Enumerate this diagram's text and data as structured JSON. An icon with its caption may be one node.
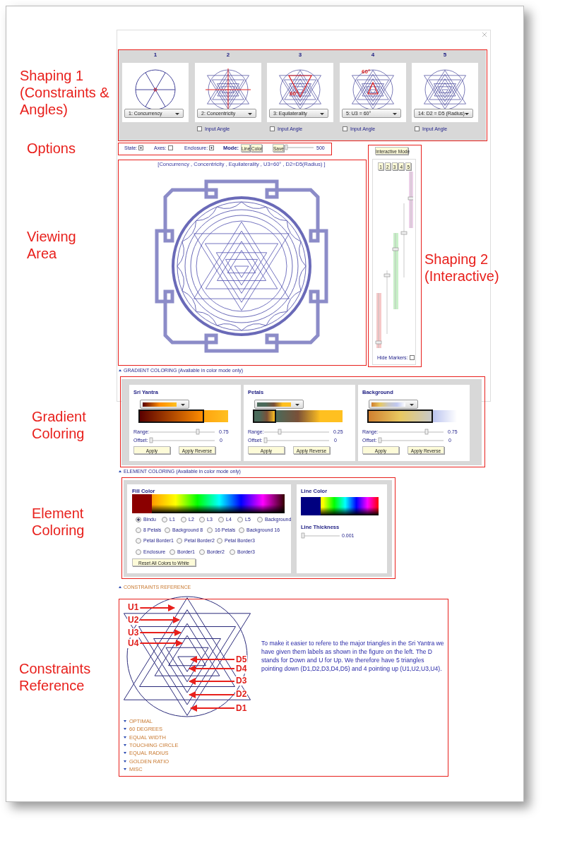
{
  "diagram": {
    "nodes": [
      {
        "text": [
          "Shaping 1 (Constraints & Angles)"
        ]
      },
      {
        "text": [
          "Options"
        ]
      },
      {
        "text": [
          "Viewing Area"
        ]
      },
      {
        "text": [
          "Shaping 2 (Interactive)"
        ]
      },
      {
        "text": [
          "Gradient Coloring"
        ]
      },
      {
        "text": [
          "Element Coloring"
        ]
      },
      {
        "text": [
          "Constraints Reference"
        ]
      },
      {
        "text": [
          "U1"
        ],
        "in": 6
      },
      {
        "text": [
          "U2"
        ],
        "in": 6
      },
      {
        "text": [
          "U3"
        ],
        "in": 6
      },
      {
        "text": [
          "U4"
        ],
        "in": 6
      },
      {
        "text": [
          "D5"
        ],
        "in": 6
      },
      {
        "text": [
          "D4"
        ],
        "in": 6
      },
      {
        "text": [
          "D3"
        ],
        "in": 6
      },
      {
        "text": [
          "D2"
        ],
        "in": 6
      },
      {
        "text": [
          "D1"
        ],
        "in": 6
      }
    ],
    "edges": [
      {
        "from": 7,
        "to": null,
        "arrow": "to"
      },
      {
        "from": 8,
        "to": null,
        "arrow": "to"
      },
      {
        "from": 9,
        "to": null,
        "arrow": "to"
      },
      {
        "from": 10,
        "to": null,
        "arrow": "to"
      },
      {
        "from": 11,
        "to": null,
        "arrow": "to"
      },
      {
        "from": 12,
        "to": null,
        "arrow": "to"
      },
      {
        "from": 13,
        "to": null,
        "arrow": "to"
      },
      {
        "from": 14,
        "to": null,
        "arrow": "to"
      },
      {
        "from": 15,
        "to": null,
        "arrow": "to"
      }
    ],
    "labels": [
      "1",
      "2",
      "3",
      "4",
      "5",
      "1:  Concurrency",
      "2:  Concentricity",
      "3:  Equilaterality",
      "5:  U3 = 60°",
      "14:  D2 = D5 (Radius)",
      "Input Angle",
      "Input Angle",
      "Input Angle",
      "Input Angle",
      "60°",
      "60°",
      "State:",
      "Axes:",
      "Enclosure:",
      "Mode:",
      "Line",
      "Color",
      "Save",
      "500",
      "Interactive Mode",
      "1",
      "2",
      "3",
      "4",
      "5",
      "Hide Markers:",
      "[Concurrency , Concentricity , Equilaterality , U3=60° , D2=D5(Radius) ]",
      "GRADIENT COLORING (Available in color mode only)",
      "Sri Yantra",
      "Range:",
      "0.75",
      "Offset:",
      "0",
      "Apply",
      "Apply Reverse",
      "Petals",
      "Range:",
      "0.25",
      "Offset:",
      "0",
      "Apply",
      "Apply Reverse",
      "Background",
      "Range:",
      "0.75",
      "Offset:",
      "0",
      "Apply",
      "Apply Reverse",
      "ELEMENT COLORING (Available in color mode only)",
      "Fill Color",
      "Bindu",
      "L1",
      "L2",
      "L3",
      "L4",
      "L5",
      "Background",
      "8 Petals",
      "Background 8",
      "16 Petals",
      "Background 16",
      "Petal Border1",
      "Petal Border2",
      "Petal Border3",
      "Enclosure",
      "Border1",
      "Border2",
      "Border3",
      "Reset All Colors to White",
      "Line Color",
      "Line Thickness",
      "0.001",
      "CONSTRAINTS REFERENCE",
      "To make it easier to refere to the major triangles in the Sri Yantra we have given them labels as shown in the figure on the left. The D stands for Down and U for Up. We therefore have 5 triangles pointing down (D1,D2,D3,D4,D5) and 4 pointing up (U1,U2,U3,U4).",
      "OPTIMAL",
      "60 DEGREES",
      "EQUAL WIDTH",
      "TOUCHING CIRCLE",
      "EQUAL RADIUS",
      "GOLDEN RATIO",
      "MISC"
    ]
  }
}
